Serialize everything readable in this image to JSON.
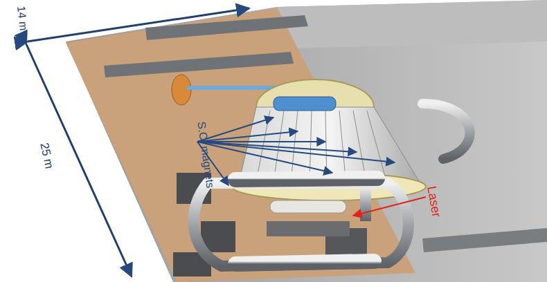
{
  "diagram": {
    "labels": [
      "14 m",
      "25 m",
      "S.C. magnets",
      "Laser"
    ]
  }
}
